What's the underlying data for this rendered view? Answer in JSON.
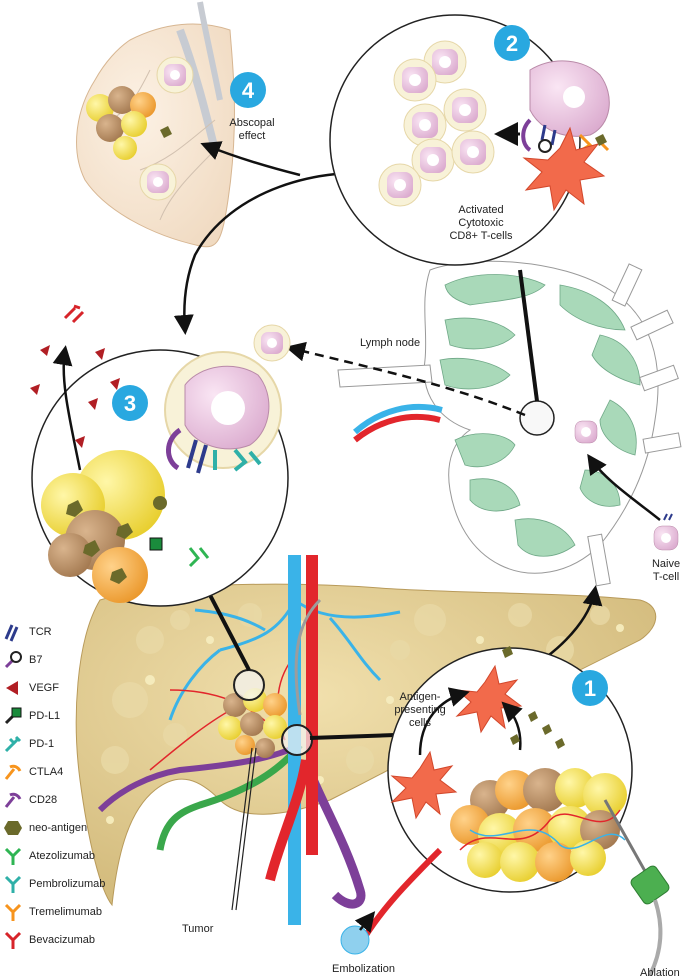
{
  "steps": {
    "s1": "1",
    "s2": "2",
    "s3": "3",
    "s4": "4"
  },
  "labels": {
    "abscopal": [
      "Abscopal",
      "effect"
    ],
    "activated": [
      "Activated",
      "Cytotoxic",
      "CD8+ T-cells"
    ],
    "lymph_node": "Lymph node",
    "naive": [
      "Naive",
      "T-cell"
    ],
    "apc": [
      "Antigen-",
      "presenting",
      "cells"
    ],
    "tumor": "Tumor",
    "embolization": "Embolization",
    "ablation": "Ablation"
  },
  "legend": [
    {
      "icon": "tcr-icon",
      "label": "TCR"
    },
    {
      "icon": "b7-icon",
      "label": "B7"
    },
    {
      "icon": "vegf-icon",
      "label": "VEGF"
    },
    {
      "icon": "pd-l1-icon",
      "label": "PD-L1"
    },
    {
      "icon": "pd-1-icon",
      "label": "PD-1"
    },
    {
      "icon": "ctla4-icon",
      "label": "CTLA4"
    },
    {
      "icon": "cd28-icon",
      "label": "CD28"
    },
    {
      "icon": "neoantigen-icon",
      "label": "neo-antigen"
    },
    {
      "icon": "atezolizumab-icon",
      "label": "Atezolizumab"
    },
    {
      "icon": "pembrolizumab-icon",
      "label": "Pembrolizumab"
    },
    {
      "icon": "tremelimumab-icon",
      "label": "Tremelimumab"
    },
    {
      "icon": "bevacizumab-icon",
      "label": "Bevacizumab"
    }
  ],
  "colors": {
    "step_badge": "#29a8e0",
    "lung": "#f6e6d4",
    "lymph": "#a7d8b8",
    "liver": "#e6d29b",
    "tcell": "#ecc7e2",
    "apc": "#f26a4b",
    "tumor_yellow": "#f4e13a",
    "tumor_orange": "#f3a53b",
    "tumor_brown": "#b98c63",
    "artery": "#d7242a",
    "vein": "#29a8e0"
  }
}
